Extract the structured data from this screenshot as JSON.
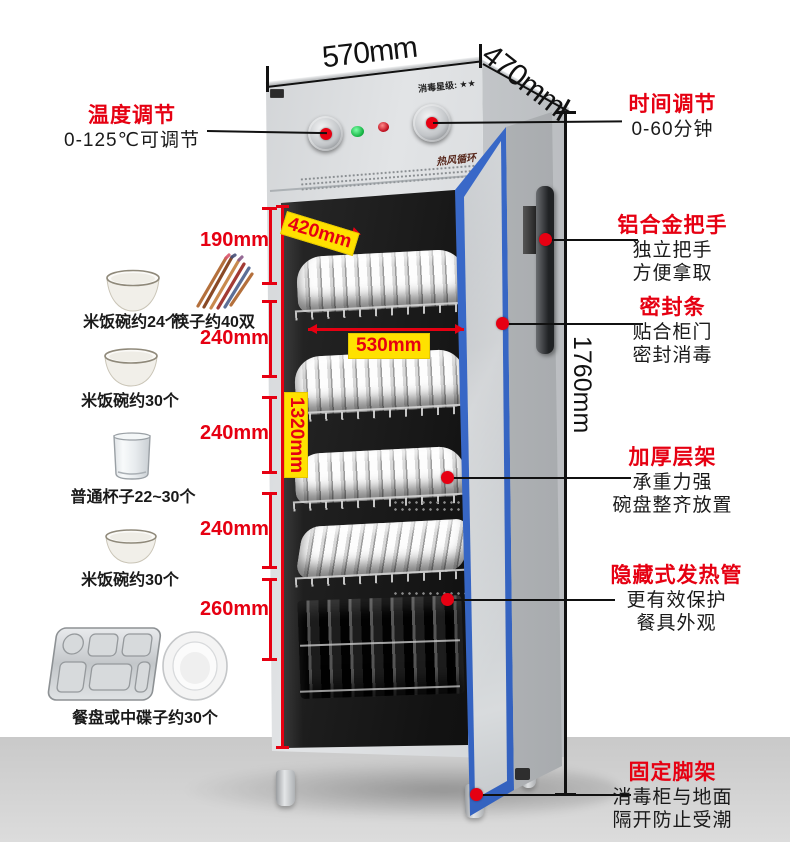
{
  "colors": {
    "accent_red": "#e60012",
    "label_yellow": "#ffe100",
    "seal_blue": "#3d6ed0",
    "line_black": "#111111",
    "floor_gray": "#d2d2d2"
  },
  "outer_dims": {
    "width": "570mm",
    "depth": "470mm",
    "height": "1760mm"
  },
  "inner_dims": {
    "top_width": "420mm",
    "rack_width": "530mm",
    "cavity_height": "1320mm"
  },
  "shelf_gaps": [
    "190mm",
    "240mm",
    "240mm",
    "240mm",
    "260mm"
  ],
  "panel": {
    "star_rating": "消毒星级: ★★",
    "emblem": "热风循环"
  },
  "callout_temp": {
    "title": "温度调节",
    "sub": "0-125℃可调节"
  },
  "callouts_right": [
    {
      "title": "时间调节",
      "lines": [
        "0-60分钟"
      ]
    },
    {
      "title": "铝合金把手",
      "lines": [
        "独立把手",
        "方便拿取"
      ]
    },
    {
      "title": "密封条",
      "lines": [
        "贴合柜门",
        "密封消毒"
      ]
    },
    {
      "title": "加厚层架",
      "lines": [
        "承重力强",
        "碗盘整齐放置"
      ]
    },
    {
      "title": "隐藏式发热管",
      "lines": [
        "更有效保护",
        "餐具外观"
      ]
    },
    {
      "title": "固定脚架",
      "lines": [
        "消毒柜与地面",
        "隔开防止受潮"
      ]
    }
  ],
  "capacity_items": [
    {
      "label": "米饭碗约24个",
      "icon": "rice-bowl-icon"
    },
    {
      "label": "筷子约40双",
      "icon": "chopsticks-icon"
    },
    {
      "label": "米饭碗约30个",
      "icon": "rice-bowl-icon"
    },
    {
      "label": "普通杯子22~30个",
      "icon": "cup-icon"
    },
    {
      "label": "米饭碗约30个",
      "icon": "rice-bowl-icon"
    },
    {
      "label": "餐盘或中碟子约30个",
      "icon": "tray-plate-icon"
    }
  ]
}
